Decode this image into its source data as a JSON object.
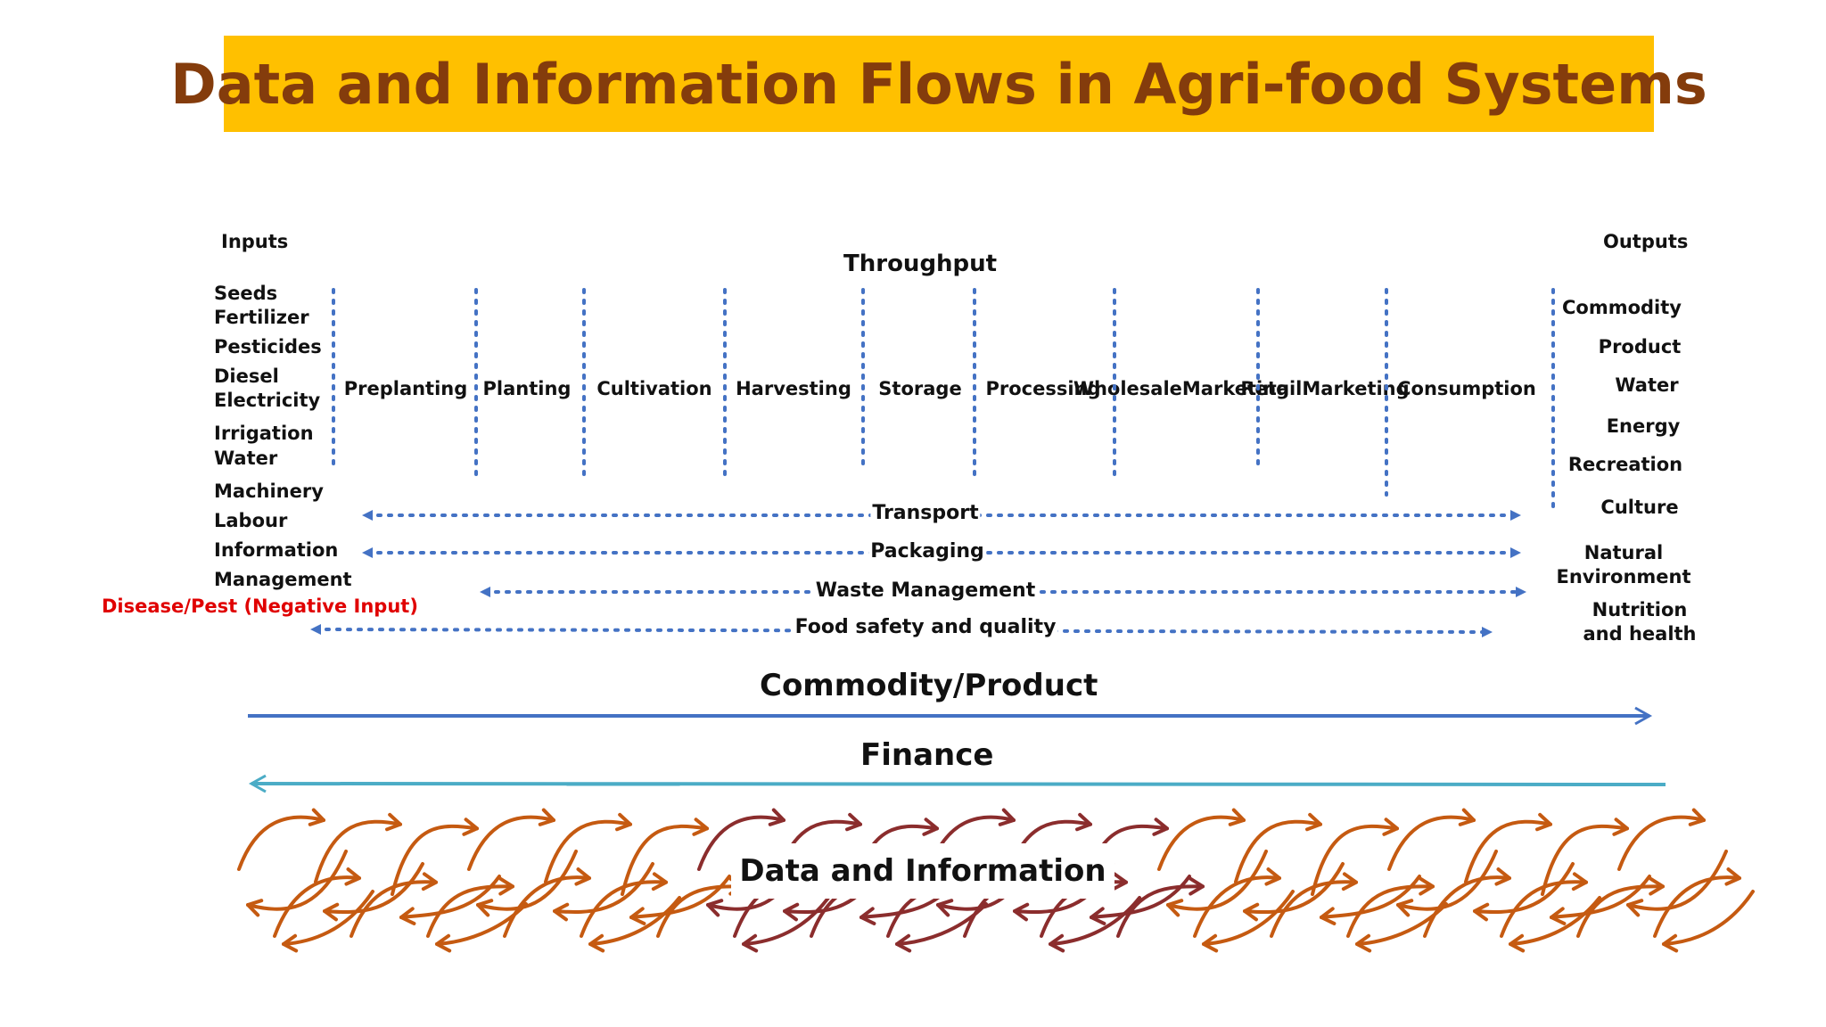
{
  "title": "Data and Information Flows in Agri-food Systems",
  "headers": {
    "inputs": "Inputs",
    "throughput": "Throughput",
    "outputs": "Outputs"
  },
  "inputs": [
    "Seeds",
    "Fertilizer",
    "Pesticides",
    "Diesel",
    "Electricity",
    "Irrigation",
    "Water",
    "Machinery",
    "Labour",
    "Information",
    "Management"
  ],
  "negative_input": "Disease/Pest (Negative Input)",
  "stages": [
    {
      "line1": "Preplanting",
      "line2": ""
    },
    {
      "line1": "Planting",
      "line2": ""
    },
    {
      "line1": "Cultivation",
      "line2": ""
    },
    {
      "line1": "Harvesting",
      "line2": ""
    },
    {
      "line1": "Storage",
      "line2": ""
    },
    {
      "line1": "Processing",
      "line2": ""
    },
    {
      "line1": "Wholesale",
      "line2": "Marketing"
    },
    {
      "line1": "Retail",
      "line2": "Marketing"
    },
    {
      "line1": "Consumption",
      "line2": ""
    }
  ],
  "outputs": [
    {
      "line1": "Commodity",
      "line2": ""
    },
    {
      "line1": "Product",
      "line2": ""
    },
    {
      "line1": "Water",
      "line2": ""
    },
    {
      "line1": "Energy",
      "line2": ""
    },
    {
      "line1": "Recreation",
      "line2": ""
    },
    {
      "line1": "Culture",
      "line2": ""
    },
    {
      "line1": "Natural",
      "line2": "Environment"
    },
    {
      "line1": "Nutrition",
      "line2": "and health"
    }
  ],
  "cross_flows": {
    "transport": "Transport",
    "packaging": "Packaging",
    "waste": "Waste Management",
    "food_safety": "Food safety and quality"
  },
  "main_flows": {
    "commodity": "Commodity/Product",
    "finance": "Finance",
    "data": "Data and Information"
  },
  "colors": {
    "banner": "#ffc000",
    "title_text": "#843c0c",
    "dotted": "#4472c4",
    "commodity_arrow": "#4472c4",
    "finance_arrow": "#4bacc6",
    "data_arrows_orange": "#c55a11",
    "data_arrows_dark": "#8b2d2d",
    "negative_input": "#e00000"
  }
}
